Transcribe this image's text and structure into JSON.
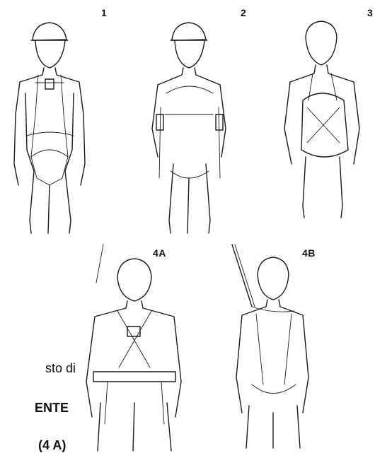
{
  "figures": [
    {
      "id": "1",
      "label": "1"
    },
    {
      "id": "2",
      "label": "2"
    },
    {
      "id": "3",
      "label": "3"
    },
    {
      "id": "4A",
      "label": "4A"
    },
    {
      "id": "4B",
      "label": "4B"
    }
  ],
  "text_lines": [
    "sto di",
    "ENTE",
    "(4 A)"
  ]
}
